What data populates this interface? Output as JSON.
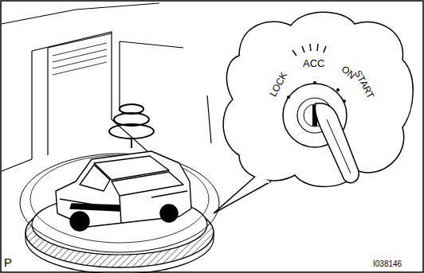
{
  "diagram": {
    "labels": [
      "LOCK",
      "ACC",
      "ON",
      "START",
      "P",
      "I038146"
    ]
  }
}
